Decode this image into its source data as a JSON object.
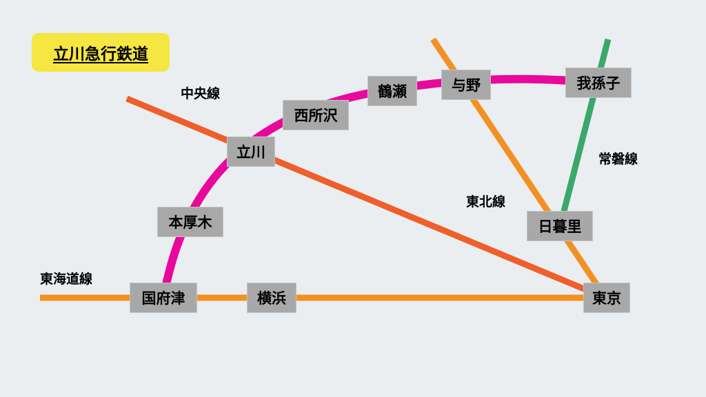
{
  "title": "立川急行鉄道",
  "colors": {
    "background": "#ebeef0",
    "title_bg": "#f5e642",
    "station_bg": "#a8a8a8",
    "tachikawa_express": "#e8099c",
    "chuo": "#ee5f2b",
    "tokaido": "#f29123",
    "tohoku": "#f29123",
    "joban": "#3aa86b"
  },
  "lines": {
    "chuo": "中央線",
    "tokaido": "東海道線",
    "tohoku": "東北線",
    "joban": "常磐線"
  },
  "stations": {
    "kokufutsu": "国府津",
    "honatsugi": "本厚木",
    "tachikawa": "立川",
    "nishitokorozawa": "西所沢",
    "tsurusse": "鶴瀬",
    "yono": "与野",
    "abiko": "我孫子",
    "nippori": "日暮里",
    "yokohama": "横浜",
    "tokyo": "東京"
  }
}
